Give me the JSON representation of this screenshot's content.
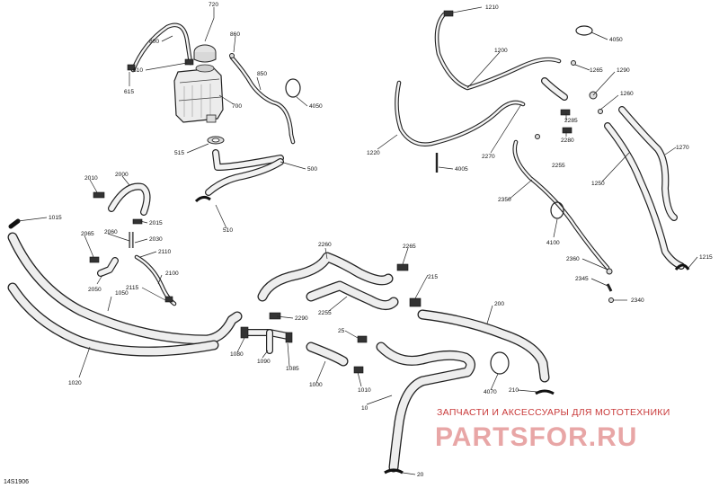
{
  "diagram": {
    "code": "14S1906",
    "watermark": {
      "tagline": "ЗАПЧАСТИ И АКСЕССУАРЫ ДЛЯ МОТОТЕХНИКИ",
      "brand": "PARTSFOR.RU"
    },
    "callouts": [
      {
        "id": "720"
      },
      {
        "id": "800"
      },
      {
        "id": "610"
      },
      {
        "id": "615"
      },
      {
        "id": "860"
      },
      {
        "id": "850"
      },
      {
        "id": "700"
      },
      {
        "id": "4050"
      },
      {
        "id": "515"
      },
      {
        "id": "500"
      },
      {
        "id": "510"
      },
      {
        "id": "2010"
      },
      {
        "id": "2000"
      },
      {
        "id": "1015"
      },
      {
        "id": "2015"
      },
      {
        "id": "2065"
      },
      {
        "id": "2060"
      },
      {
        "id": "2030"
      },
      {
        "id": "2110"
      },
      {
        "id": "2100"
      },
      {
        "id": "2115"
      },
      {
        "id": "2050"
      },
      {
        "id": "1050"
      },
      {
        "id": "1020"
      },
      {
        "id": "1210"
      },
      {
        "id": "4050"
      },
      {
        "id": "1200"
      },
      {
        "id": "1265"
      },
      {
        "id": "1290"
      },
      {
        "id": "1260"
      },
      {
        "id": "2285"
      },
      {
        "id": "2280"
      },
      {
        "id": "2270"
      },
      {
        "id": "1220"
      },
      {
        "id": "4005"
      },
      {
        "id": "2255"
      },
      {
        "id": "1270"
      },
      {
        "id": "1250"
      },
      {
        "id": "2350"
      },
      {
        "id": "4100"
      },
      {
        "id": "2360"
      },
      {
        "id": "2345"
      },
      {
        "id": "2340"
      },
      {
        "id": "1215"
      },
      {
        "id": "2260"
      },
      {
        "id": "2265"
      },
      {
        "id": "215"
      },
      {
        "id": "2290"
      },
      {
        "id": "2255"
      },
      {
        "id": "200"
      },
      {
        "id": "25"
      },
      {
        "id": "1080"
      },
      {
        "id": "1090"
      },
      {
        "id": "1085"
      },
      {
        "id": "1000"
      },
      {
        "id": "1010"
      },
      {
        "id": "4070"
      },
      {
        "id": "210"
      },
      {
        "id": "10"
      },
      {
        "id": "20"
      }
    ]
  }
}
